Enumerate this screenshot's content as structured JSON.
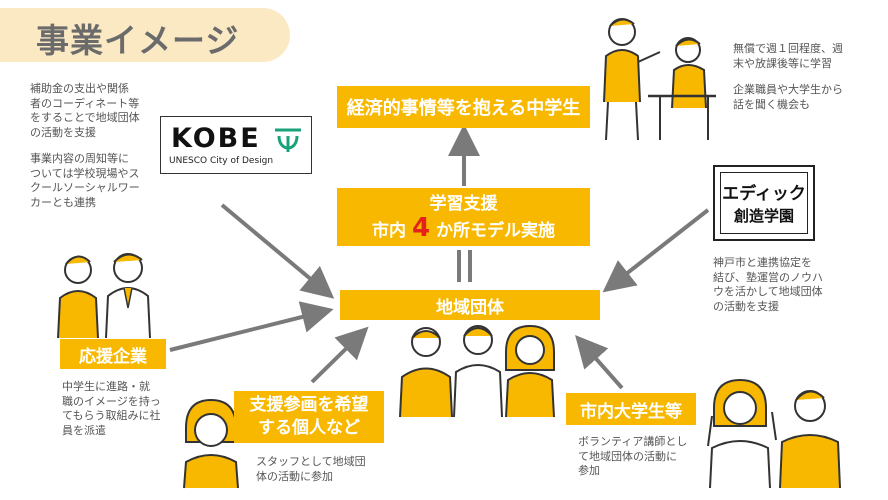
{
  "title": "事業イメージ",
  "colors": {
    "accent": "#f9b800",
    "title_bg": "#fbe9c4",
    "arrow": "#7a7a7a"
  },
  "center": {
    "target": "経済的事情等を抱える中学生",
    "support_line1": "学習支援",
    "support_line2_pre": "市内",
    "support_number": "4",
    "support_line2_post": "か所モデル実施",
    "equals": "||",
    "group": "地域団体"
  },
  "left_top_note": [
    "補助金の支出や関係",
    "者のコーディネート等",
    "をすることで地域団体",
    "の活動を支援",
    "",
    "事業内容の周知等に",
    "ついては学校現場やス",
    "クールソーシャルワー",
    "カーとも連携"
  ],
  "kobe_logo": {
    "main": "KOBE",
    "sub": "UNESCO City of Design"
  },
  "right_top_note": [
    "無償で週１回程度、週",
    "末や放課後等に学習",
    "",
    "企業職員や大学生から",
    "話を聞く機会も"
  ],
  "edic_logo": {
    "line1": "エディック",
    "line2": "創造学園"
  },
  "right_mid_note": [
    "神戸市と連携協定を",
    "結び、塾運営のノウハ",
    "ウを活かして地域団体",
    "の活動を支援"
  ],
  "company": {
    "label": "応援企業",
    "note": [
      "中学生に進路・就",
      "職のイメージを持っ",
      "てもらう取組みに社",
      "員を派遣"
    ]
  },
  "individual": {
    "label_line1": "支援参画を希望",
    "label_line2": "する個人など",
    "note": [
      "スタッフとして地域団",
      "体の活動に参加"
    ]
  },
  "university": {
    "label": "市内大学生等",
    "note": [
      "ボランティア講師とし",
      "て地域団体の活動に",
      "参加"
    ]
  }
}
